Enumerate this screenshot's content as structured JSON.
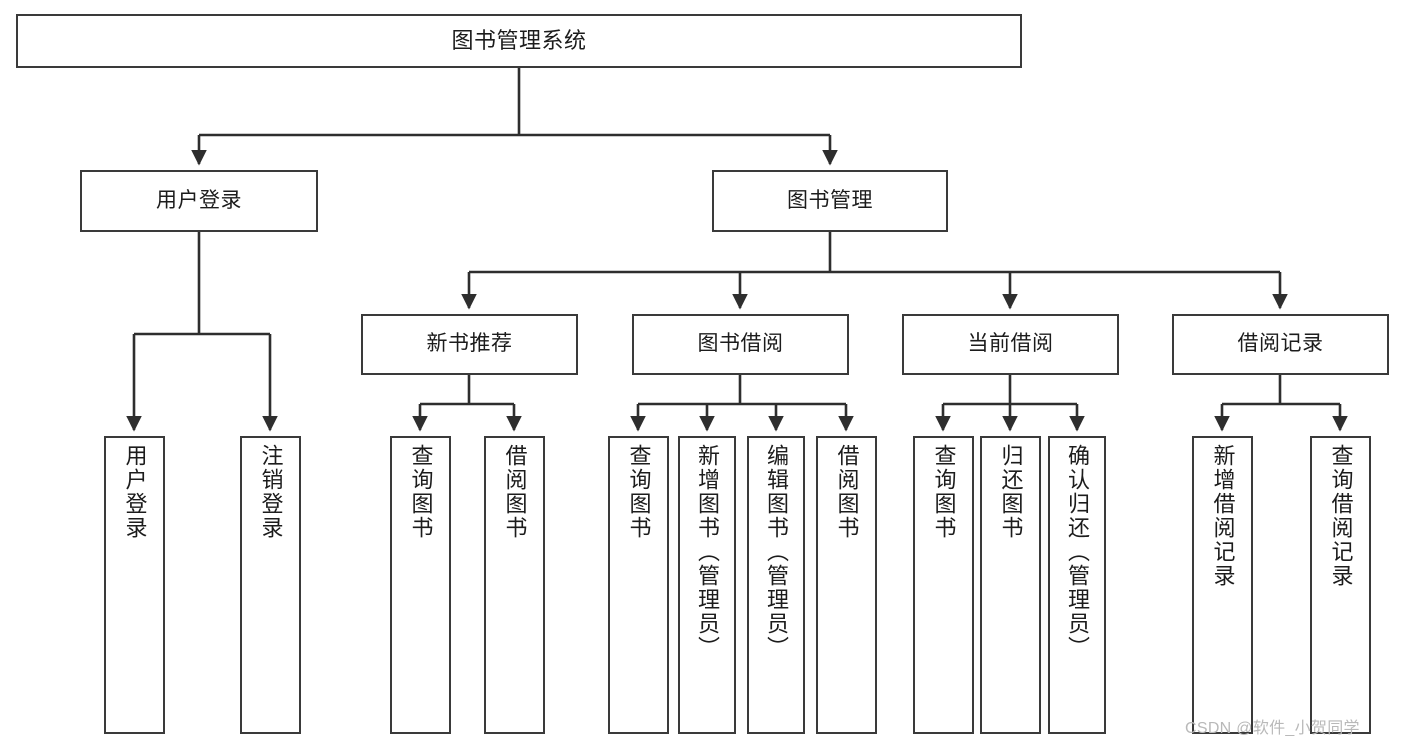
{
  "diagram": {
    "title": "图书管理系统",
    "type": "hierarchy-tree",
    "levels": 4,
    "root": {
      "id": "root",
      "label": "图书管理系统",
      "orientation": "horizontal"
    },
    "level2": [
      {
        "id": "user-login",
        "label": "用户登录",
        "orientation": "horizontal"
      },
      {
        "id": "book-manage",
        "label": "图书管理",
        "orientation": "horizontal"
      }
    ],
    "level3": [
      {
        "id": "new-book-recommend",
        "label": "新书推荐",
        "orientation": "horizontal",
        "parent": "book-manage"
      },
      {
        "id": "book-borrow",
        "label": "图书借阅",
        "orientation": "horizontal",
        "parent": "book-manage"
      },
      {
        "id": "current-borrow",
        "label": "当前借阅",
        "orientation": "horizontal",
        "parent": "book-manage"
      },
      {
        "id": "borrow-record",
        "label": "借阅记录",
        "orientation": "horizontal",
        "parent": "book-manage"
      }
    ],
    "leaves": [
      {
        "id": "leaf-user-login",
        "label": "用户登录",
        "parent": "user-login",
        "orientation": "vertical"
      },
      {
        "id": "leaf-user-logout",
        "label": "注销登录",
        "parent": "user-login",
        "orientation": "vertical"
      },
      {
        "id": "leaf-query-book-1",
        "label": "查询图书",
        "parent": "new-book-recommend",
        "orientation": "vertical"
      },
      {
        "id": "leaf-borrow-book-1",
        "label": "借阅图书",
        "parent": "new-book-recommend",
        "orientation": "vertical"
      },
      {
        "id": "leaf-query-book-2",
        "label": "查询图书",
        "parent": "book-borrow",
        "orientation": "vertical"
      },
      {
        "id": "leaf-add-book",
        "label": "新增图书（管理员）",
        "parent": "book-borrow",
        "orientation": "vertical"
      },
      {
        "id": "leaf-edit-book",
        "label": "编辑图书（管理员）",
        "parent": "book-borrow",
        "orientation": "vertical"
      },
      {
        "id": "leaf-borrow-book-2",
        "label": "借阅图书",
        "parent": "book-borrow",
        "orientation": "vertical"
      },
      {
        "id": "leaf-query-book-3",
        "label": "查询图书",
        "parent": "current-borrow",
        "orientation": "vertical"
      },
      {
        "id": "leaf-return-book",
        "label": "归还图书",
        "parent": "current-borrow",
        "orientation": "vertical"
      },
      {
        "id": "leaf-confirm-return",
        "label": "确认归还（管理员）",
        "parent": "current-borrow",
        "orientation": "vertical"
      },
      {
        "id": "leaf-add-record",
        "label": "新增借阅记录",
        "parent": "borrow-record",
        "orientation": "vertical"
      },
      {
        "id": "leaf-query-record",
        "label": "查询借阅记录",
        "parent": "borrow-record",
        "orientation": "vertical"
      }
    ],
    "colors": {
      "box_border": "#3a3a3a",
      "box_fill": "#ffffff",
      "connector": "#2e2e2e",
      "text": "#1c1c1c",
      "watermark": "#b9b9b9",
      "background": "#ffffff"
    }
  },
  "watermark": {
    "text": "CSDN @软件_小贺同学"
  }
}
